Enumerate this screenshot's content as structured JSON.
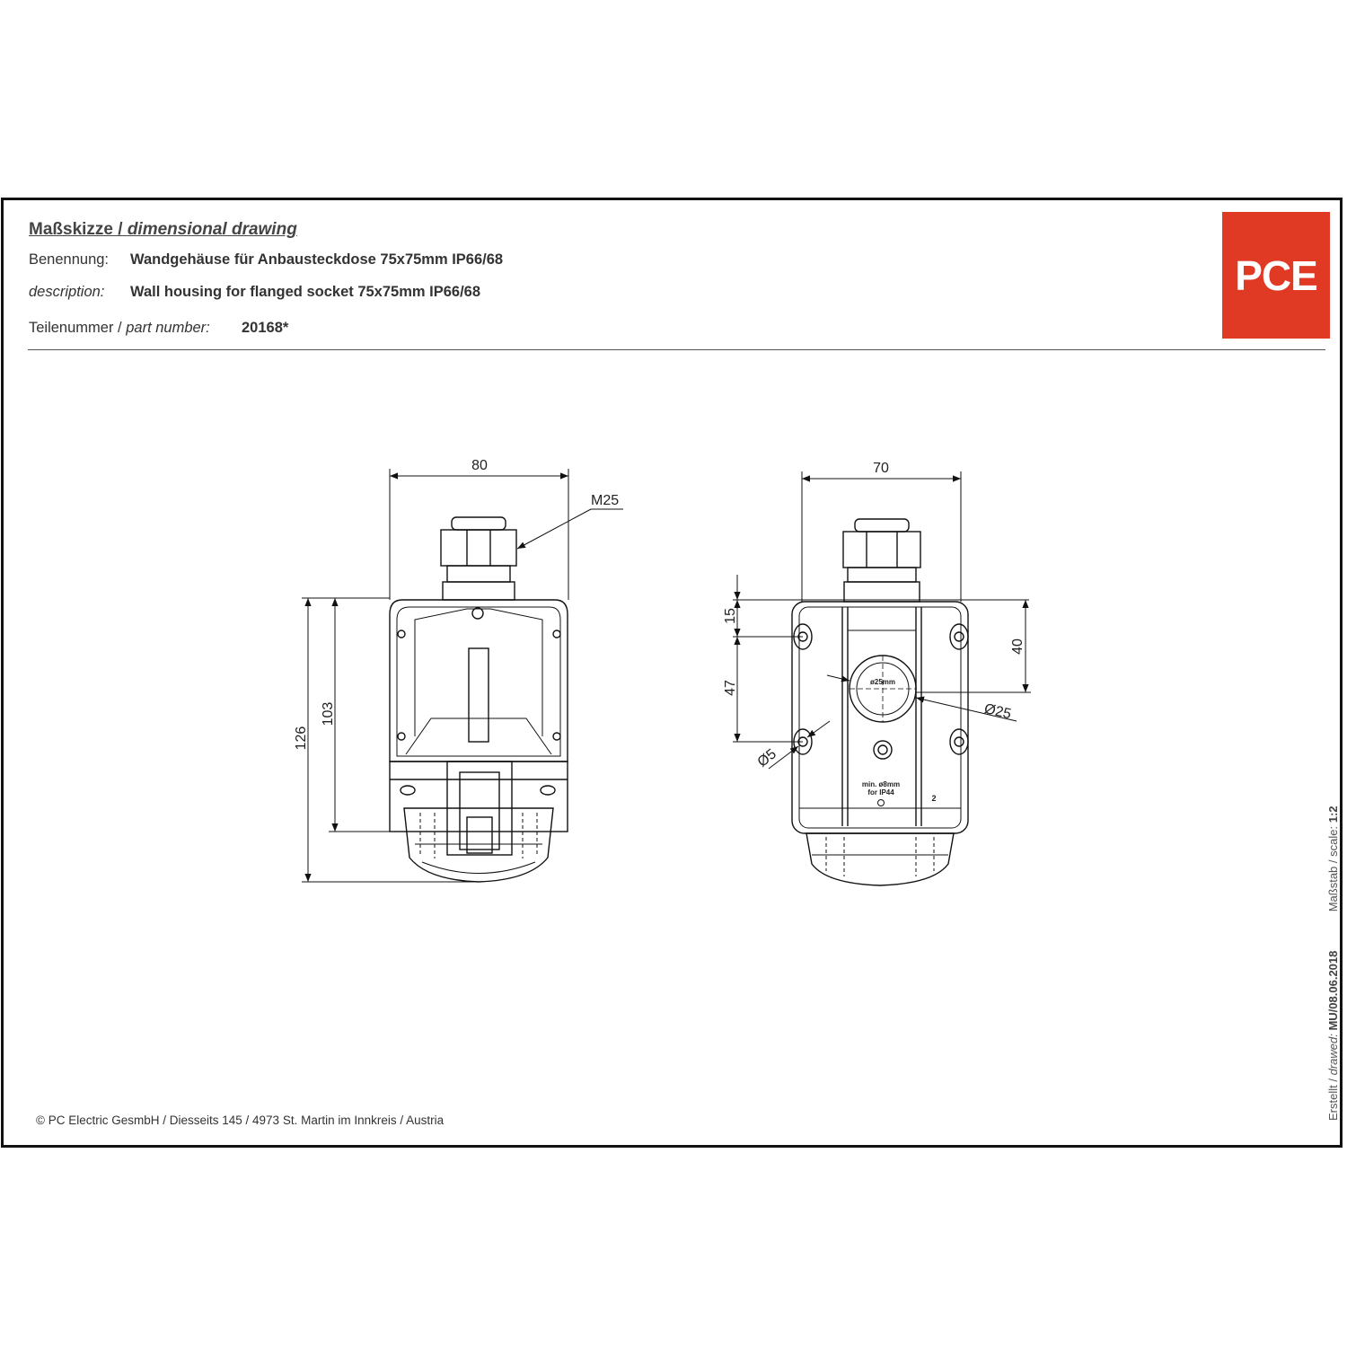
{
  "header": {
    "title_de": "Maßskizze /",
    "title_en": "dimensional drawing",
    "name_label": "Benennung:",
    "name_value": "Wandgehäuse für Anbausteckdose 75x75mm IP66/68",
    "desc_label": "description:",
    "desc_value": "Wall housing for flanged socket 75x75mm IP66/68",
    "part_label_de": "Teilenummer /",
    "part_label_en": "part number:",
    "part_value": "20168*"
  },
  "logo": {
    "text": "PCE",
    "color": "#e03a25"
  },
  "footer": {
    "copyright_symbol": "©",
    "copyright": "PC Electric GesmbH / Diesseits 145 / 4973 St. Martin im Innkreis / Austria"
  },
  "side_text": {
    "created_label": "Erstellt /",
    "drawed_label": "drawed:",
    "created_value": "MU/08.06.2018",
    "scale_label": "Maßstab / scale:",
    "scale_value": "1:2"
  },
  "dimensions": {
    "left_width": "80",
    "thread": "M25",
    "left_height_total": "126",
    "left_height_body": "103",
    "right_width": "70",
    "right_top": "15",
    "right_spacing": "47",
    "right_hole_span": "40",
    "hole_dia": "Ø25",
    "screw_dia": "Ø5",
    "note_line1": "min. ø8mm",
    "note_line2": "for IP44",
    "inner_label": "ø25mm",
    "corner_num": "2"
  }
}
